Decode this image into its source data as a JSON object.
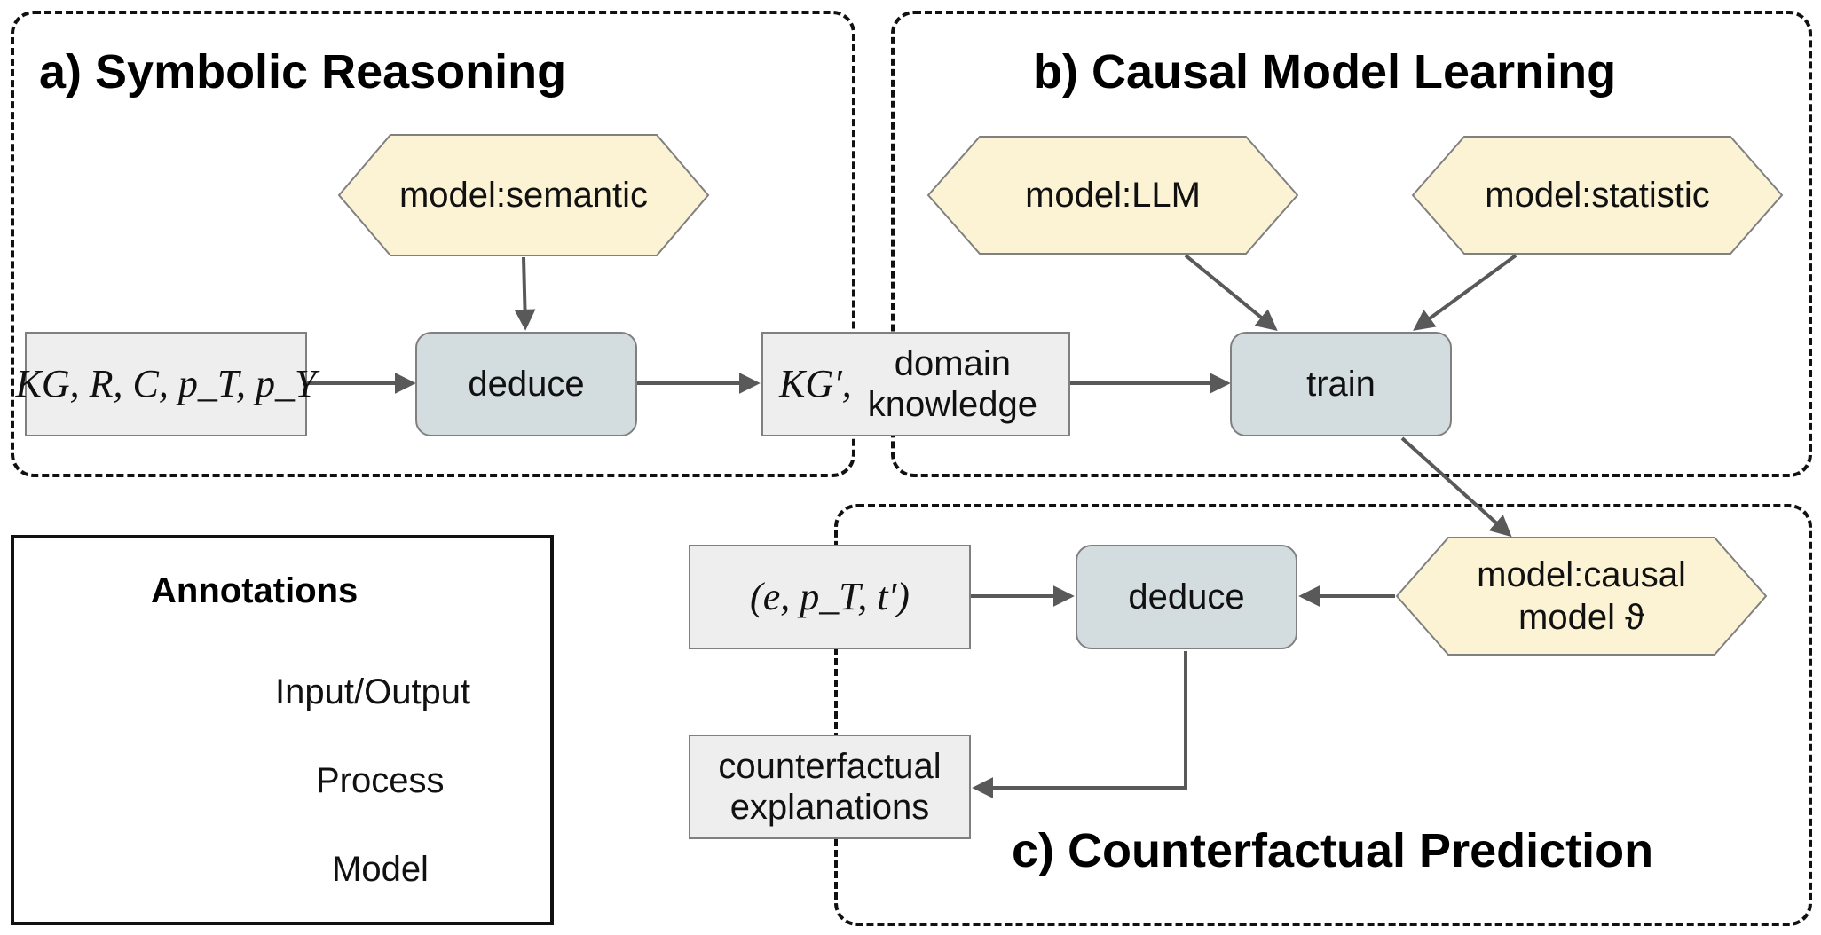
{
  "sections": {
    "a_title": "a) Symbolic Reasoning",
    "b_title": "b) Causal Model Learning",
    "c_title": "c) Counterfactual Prediction"
  },
  "nodes": {
    "input_kg": "KG, R, C, p_T, p_Y",
    "deduce_a": "deduce",
    "model_semantic": "model:semantic",
    "kg_prime": "KG′,",
    "domain_knowledge_line1": "domain",
    "domain_knowledge_line2": "knowledge",
    "model_llm": "model:LLM",
    "model_statistic": "model:statistic",
    "train": "train",
    "input_query": "(e, p_T, t′)",
    "deduce_c": "deduce",
    "model_causal_line1": "model:causal",
    "model_causal_line2": "model ϑ",
    "counterfactual_line1": "counterfactual",
    "counterfactual_line2": "explanations"
  },
  "legend": {
    "title": "Annotations",
    "items": [
      {
        "label": "Input/Output",
        "kind": "io"
      },
      {
        "label": "Process",
        "kind": "process"
      },
      {
        "label": "Model",
        "kind": "model"
      }
    ]
  },
  "colors": {
    "io_fill": "#eeeeee",
    "process_fill": "#d3dde0",
    "model_fill": "#fcf3d4",
    "border": "#808080",
    "arrow": "#595959"
  }
}
